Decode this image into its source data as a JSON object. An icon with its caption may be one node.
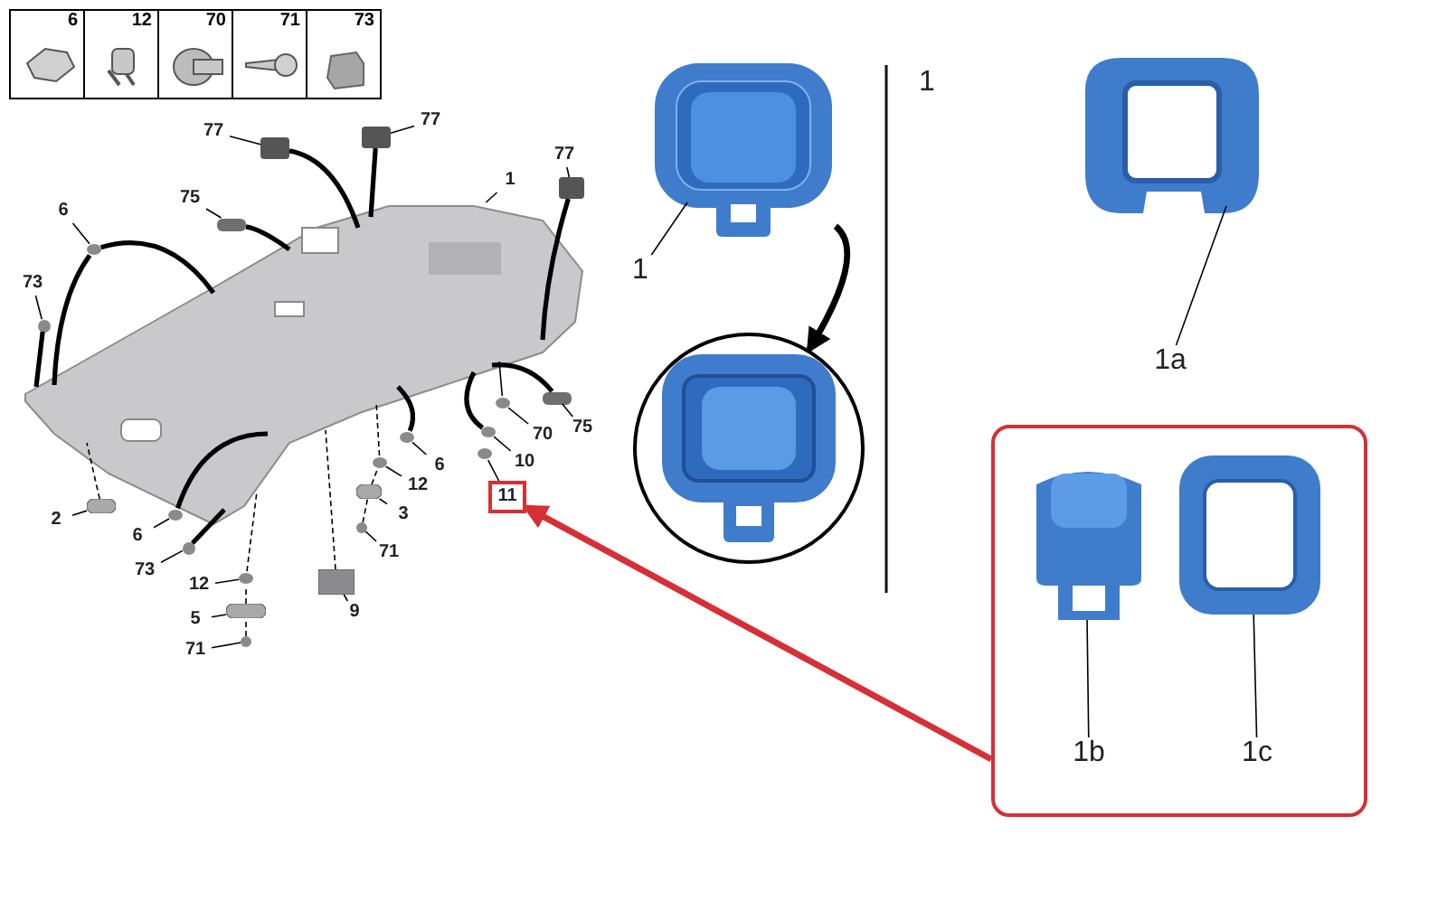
{
  "diagram": {
    "nodes": [
      {
        "text": [],
        "shape": "picture"
      },
      {
        "text": [
          "77"
        ]
      },
      {
        "text": [
          "77"
        ]
      },
      {
        "text": [
          "77"
        ]
      },
      {
        "text": [
          "1"
        ]
      },
      {
        "text": [
          "75"
        ]
      },
      {
        "text": [
          "6"
        ]
      },
      {
        "text": [
          "73"
        ]
      },
      {
        "text": [
          "6"
        ]
      },
      {
        "text": [
          "12"
        ]
      },
      {
        "text": [
          "3"
        ]
      },
      {
        "text": [
          "71"
        ]
      },
      {
        "text": [
          "2"
        ]
      },
      {
        "text": [
          "6"
        ]
      },
      {
        "text": [
          "73"
        ]
      },
      {
        "text": [
          "12"
        ]
      },
      {
        "text": [
          "5"
        ]
      },
      {
        "text": [
          "71"
        ]
      },
      {
        "text": [
          "9"
        ]
      },
      {
        "text": [
          "70"
        ]
      },
      {
        "text": [
          "75"
        ]
      },
      {
        "text": [
          "10"
        ]
      },
      {
        "text": [
          "11"
        ]
      },
      {
        "text": [],
        "shape": "picture"
      },
      {
        "text": [
          "1"
        ]
      },
      {
        "text": [],
        "shape": "circle"
      },
      {
        "text": [],
        "shape": "picture"
      },
      {
        "text": [
          "1a"
        ]
      },
      {
        "text": [],
        "shape": "box"
      },
      {
        "text": [],
        "shape": "picture",
        "in": 28
      },
      {
        "text": [],
        "shape": "picture",
        "in": 28
      },
      {
        "text": [
          "1b"
        ],
        "in": 28
      },
      {
        "text": [
          "1c"
        ],
        "in": 28
      },
      {
        "text": [],
        "shape": "box"
      },
      {
        "text": [],
        "shape": "box"
      },
      {
        "text": [],
        "shape": "box"
      },
      {
        "text": [],
        "shape": "bar"
      },
      {
        "text": [],
        "shape": "circle"
      },
      {
        "text": [],
        "shape": "circle"
      },
      {
        "text": [],
        "shape": "circle"
      },
      {
        "text": [],
        "shape": "circle"
      },
      {
        "text": [],
        "shape": "bar"
      },
      {
        "text": [],
        "shape": "circle"
      },
      {
        "text": [],
        "shape": "bar"
      },
      {
        "text": [],
        "shape": "circle"
      },
      {
        "text": [],
        "shape": "circle"
      },
      {
        "text": [],
        "shape": "circle"
      },
      {
        "text": [],
        "shape": "bar"
      },
      {
        "text": [],
        "shape": "circle"
      },
      {
        "text": [],
        "shape": "box"
      },
      {
        "text": [],
        "shape": "circle"
      },
      {
        "text": [],
        "shape": "bar"
      },
      {
        "text": [],
        "shape": "circle"
      },
      {
        "text": [],
        "shape": "circle"
      }
    ],
    "edges": [
      {
        "from": 1,
        "to": 33,
        "arrow": "none"
      },
      {
        "from": 2,
        "to": 34,
        "arrow": "none"
      },
      {
        "from": 3,
        "to": 35,
        "arrow": "none"
      },
      {
        "from": 4,
        "to": 0,
        "arrow": "none"
      },
      {
        "from": 5,
        "to": 36,
        "arrow": "none"
      },
      {
        "from": 6,
        "to": 37,
        "arrow": "none"
      },
      {
        "from": 7,
        "to": 38,
        "arrow": "none"
      },
      {
        "from": 8,
        "to": 39,
        "arrow": "none"
      },
      {
        "from": 9,
        "to": 40,
        "arrow": "none"
      },
      {
        "from": 10,
        "to": 41,
        "arrow": "none"
      },
      {
        "from": 11,
        "to": 42,
        "arrow": "none"
      },
      {
        "from": 12,
        "to": 43,
        "arrow": "none"
      },
      {
        "from": 13,
        "to": 44,
        "arrow": "none"
      },
      {
        "from": 14,
        "to": 45,
        "arrow": "none"
      },
      {
        "from": 15,
        "to": 46,
        "arrow": "none"
      },
      {
        "from": 16,
        "to": 47,
        "arrow": "none"
      },
      {
        "from": 17,
        "to": 48,
        "arrow": "none"
      },
      {
        "from": 18,
        "to": 49,
        "arrow": "none"
      },
      {
        "from": 19,
        "to": 50,
        "arrow": "none"
      },
      {
        "from": 20,
        "to": 51,
        "arrow": "none"
      },
      {
        "from": 21,
        "to": 52,
        "arrow": "none"
      },
      {
        "from": 22,
        "to": 53,
        "arrow": "none"
      },
      {
        "from": 24,
        "to": 23,
        "arrow": "none"
      },
      {
        "from": 27,
        "to": 26,
        "arrow": "none"
      },
      {
        "from": 31,
        "to": 29,
        "arrow": "none"
      },
      {
        "from": 32,
        "to": 30,
        "arrow": "none"
      },
      {
        "from": 23,
        "to": 25,
        "arrow": "to",
        "style": "thick"
      },
      {
        "from": 28,
        "to": 22,
        "arrow": "to",
        "style": "thick",
        "color": "#d62f36"
      },
      {
        "from": 33,
        "to": 0,
        "arrow": "none",
        "style": "thick"
      },
      {
        "from": 34,
        "to": 0,
        "arrow": "none",
        "style": "thick"
      },
      {
        "from": 35,
        "to": 0,
        "arrow": "none",
        "style": "thick"
      },
      {
        "from": 36,
        "to": 0,
        "arrow": "none",
        "style": "thick"
      },
      {
        "from": 37,
        "to": 0,
        "arrow": "none",
        "style": "thick"
      },
      {
        "from": 37,
        "to": 0,
        "arrow": "none",
        "style": "thick"
      },
      {
        "from": 38,
        "to": 0,
        "arrow": "none",
        "style": "thick"
      },
      {
        "from": 39,
        "to": 0,
        "arrow": "none",
        "style": "thick"
      },
      {
        "from": 40,
        "to": 0,
        "arrow": "none",
        "style": "dashed"
      },
      {
        "from": 41,
        "to": 40,
        "arrow": "none",
        "style": "dashed"
      },
      {
        "from": 42,
        "to": 41,
        "arrow": "none",
        "style": "dashed"
      },
      {
        "from": 43,
        "to": 0,
        "arrow": "none",
        "style": "dashed"
      },
      {
        "from": 44,
        "to": 0,
        "arrow": "none",
        "style": "thick"
      },
      {
        "from": 45,
        "to": 0,
        "arrow": "none",
        "style": "thick"
      },
      {
        "from": 46,
        "to": 0,
        "arrow": "none",
        "style": "dashed"
      },
      {
        "from": 47,
        "to": 46,
        "arrow": "none",
        "style": "dashed"
      },
      {
        "from": 48,
        "to": 47,
        "arrow": "none",
        "style": "dashed"
      },
      {
        "from": 49,
        "to": 0,
        "arrow": "none",
        "style": "dashed"
      },
      {
        "from": 50,
        "to": 0,
        "arrow": "none"
      },
      {
        "from": 51,
        "to": 0,
        "arrow": "none",
        "style": "thick"
      },
      {
        "from": 52,
        "to": 0,
        "arrow": "none",
        "style": "thick"
      }
    ],
    "labels": [
      "6",
      "12",
      "70",
      "71",
      "73",
      "1"
    ]
  }
}
